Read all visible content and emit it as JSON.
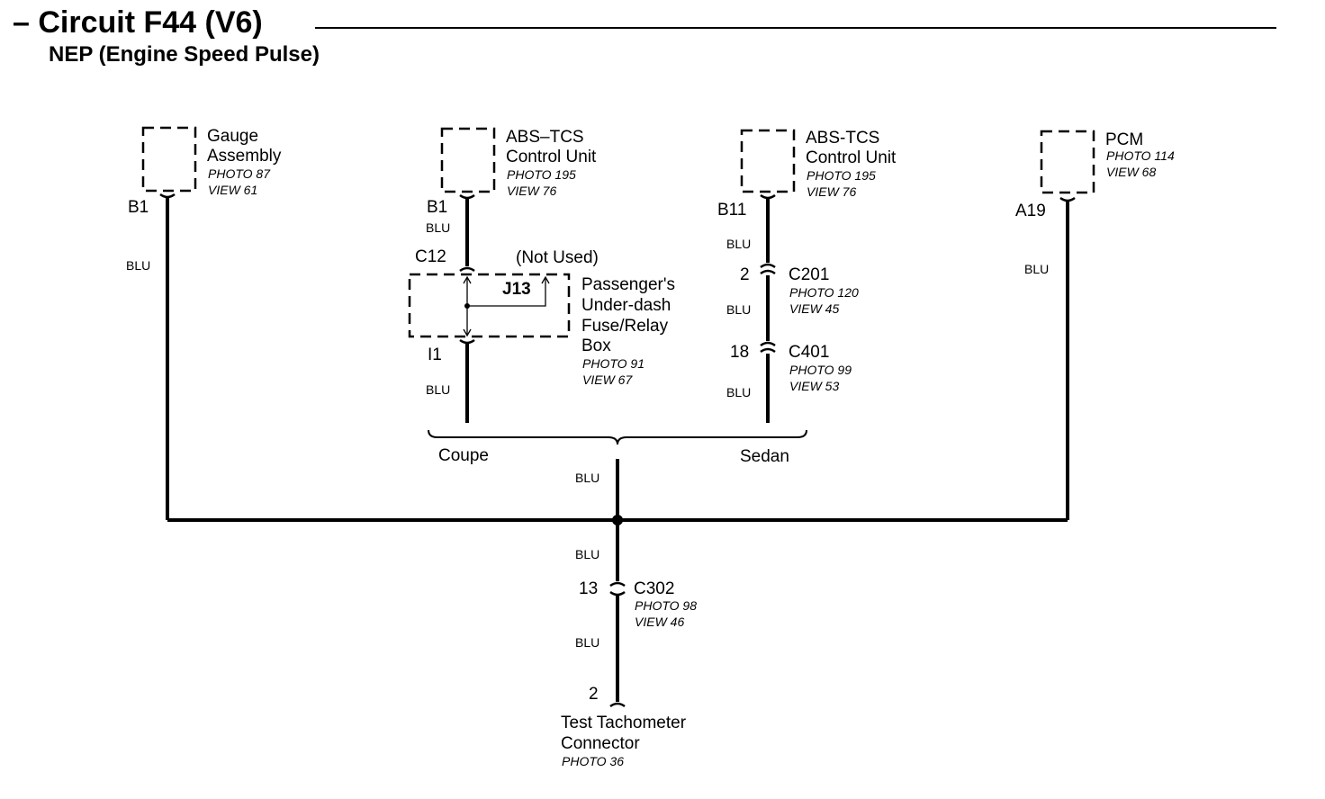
{
  "header": {
    "title": "– Circuit F44 (V6)",
    "subtitle": "NEP (Engine Speed Pulse)"
  },
  "components": {
    "gauge": {
      "name1": "Gauge",
      "name2": "Assembly",
      "photo": "PHOTO 87",
      "view": "VIEW 61",
      "pin": "B1",
      "wire": "BLU"
    },
    "abs_coupe": {
      "name1": "ABS–TCS",
      "name2": "Control Unit",
      "photo": "PHOTO 195",
      "view": "VIEW 76",
      "pin": "B1",
      "wire": "BLU"
    },
    "abs_sedan": {
      "name1": "ABS-TCS",
      "name2": "Control Unit",
      "photo": "PHOTO 195",
      "view": "VIEW 76",
      "pin": "B11",
      "wire": "BLU"
    },
    "pcm": {
      "name1": "PCM",
      "photo": "PHOTO 114",
      "view": "VIEW 68",
      "pin": "A19",
      "wire": "BLU"
    }
  },
  "fuse_box": {
    "name1": "Passenger's",
    "name2": "Under-dash",
    "name3": "Fuse/Relay",
    "name4": "Box",
    "photo": "PHOTO 91",
    "view": "VIEW 67",
    "pin_top": "C12",
    "pin_bottom": "I1",
    "junction": "J13",
    "not_used": "(Not Used)",
    "wire_bottom": "BLU"
  },
  "sedan_connectors": {
    "c201": {
      "name": "C201",
      "pin": "2",
      "photo": "PHOTO 120",
      "view": "VIEW 45",
      "wire": "BLU"
    },
    "c401": {
      "name": "C401",
      "pin": "18",
      "photo": "PHOTO 99",
      "view": "VIEW 53",
      "wire": "BLU"
    }
  },
  "branch": {
    "coupe": "Coupe",
    "sedan": "Sedan",
    "wire_above": "BLU",
    "wire_below": "BLU"
  },
  "c302": {
    "name": "C302",
    "pin": "13",
    "photo": "PHOTO 98",
    "view": "VIEW 46",
    "wire": "BLU"
  },
  "tach": {
    "name1": "Test Tachometer",
    "name2": "Connector",
    "photo": "PHOTO 36",
    "pin": "2"
  }
}
